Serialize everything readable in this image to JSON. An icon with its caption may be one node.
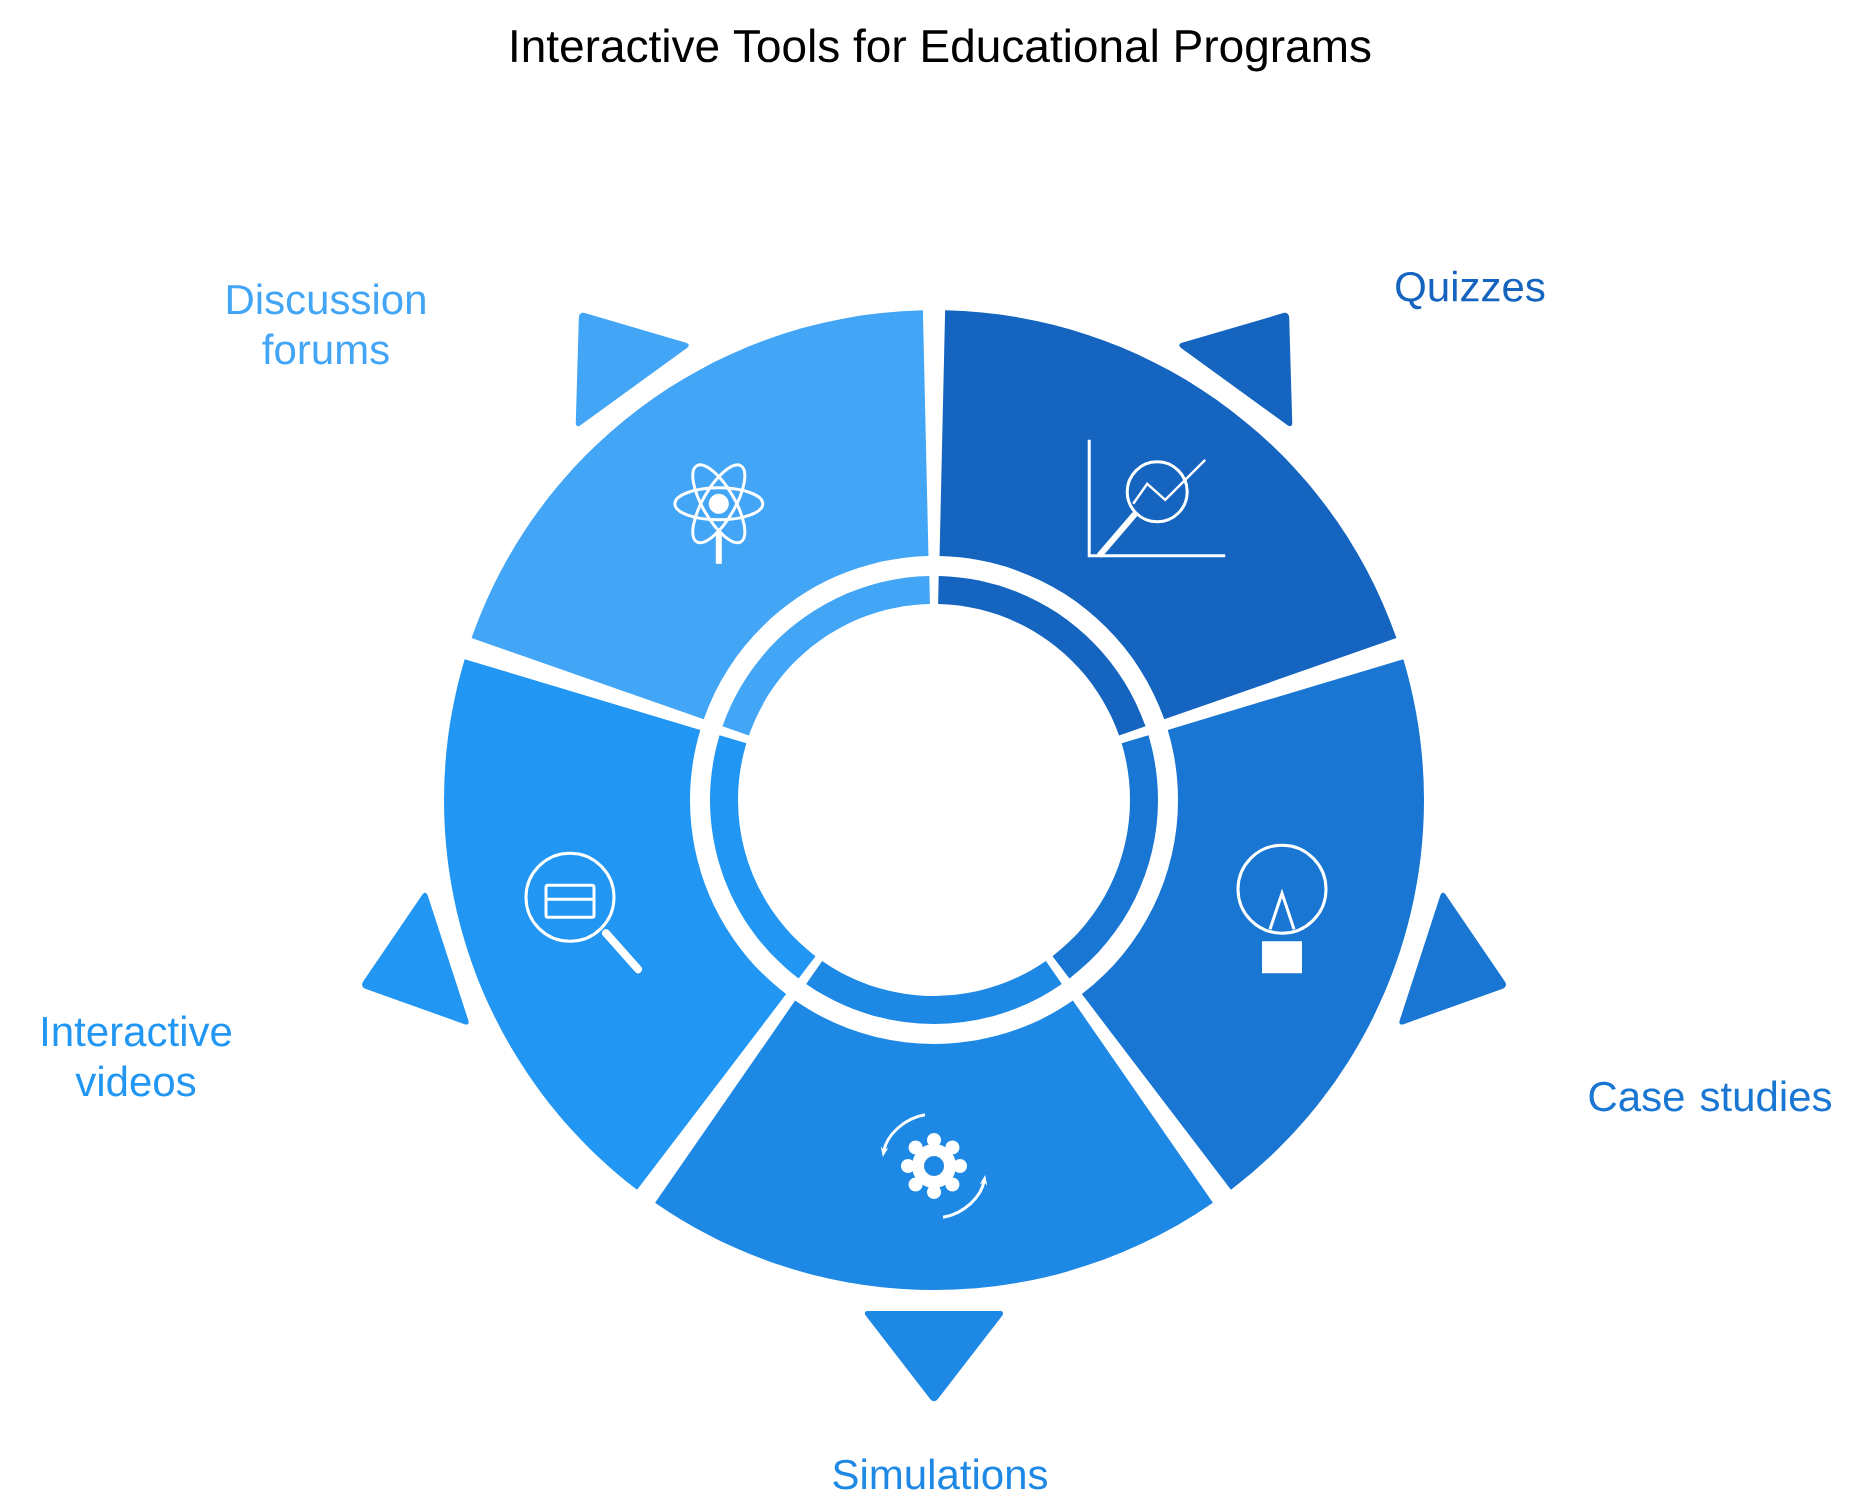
{
  "diagram": {
    "title": "Interactive Tools for Educational Programs",
    "nodes": [
      {
        "text": [
          "Discussion forums"
        ]
      },
      {
        "text": [
          "Quizzes"
        ]
      },
      {
        "text": [
          "Case studies"
        ]
      },
      {
        "text": [
          "Simulations"
        ]
      },
      {
        "text": [
          "Interactive videos"
        ]
      }
    ]
  }
}
